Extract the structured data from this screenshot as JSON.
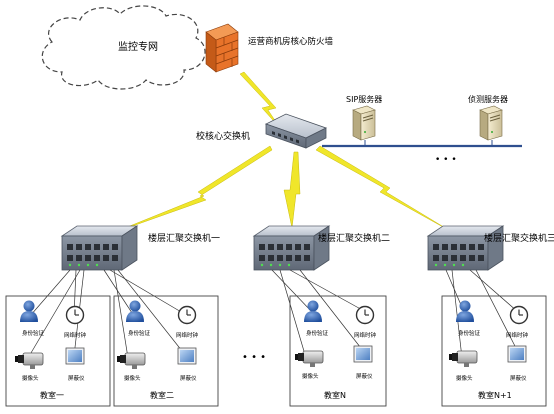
{
  "cloud_label": "监控专网",
  "firewall_label": "运营商机房核心防火墙",
  "core_switch_label": "校核心交换机",
  "sip_server_label": "SIP服务器",
  "detect_server_label": "侦测服务器",
  "server_ellipsis": "• • •",
  "switches": [
    {
      "label": "楼层汇聚交换机一"
    },
    {
      "label": "楼层汇聚交换机二"
    },
    {
      "label": "楼层汇聚交换机三"
    }
  ],
  "classrooms": [
    {
      "name": "教室一",
      "auth": "身份验证",
      "clock": "网络时钟",
      "camera": "摄像头",
      "screen": "屏蔽仪"
    },
    {
      "name": "教室二",
      "auth": "身份验证",
      "clock": "网络时钟",
      "camera": "摄像头",
      "screen": "屏蔽仪"
    },
    {
      "name": "教室N",
      "auth": "身份验证",
      "clock": "网络时钟",
      "camera": "摄像头",
      "screen": "屏蔽仪"
    },
    {
      "name": "教室N+1",
      "auth": "身份验证",
      "clock": "网络时钟",
      "camera": "摄像头",
      "screen": "屏蔽仪"
    }
  ],
  "classroom_ellipsis": "• • •",
  "colors": {
    "wireless_link": "#f0e62a",
    "backbone": "#2f4f8f",
    "firewall": "#e8732a"
  }
}
